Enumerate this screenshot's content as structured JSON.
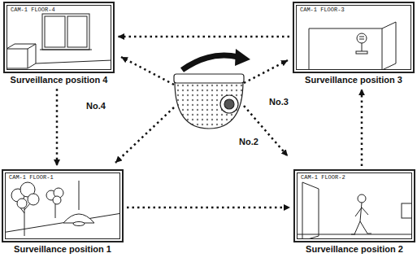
{
  "diagram": {
    "nodes": [
      {
        "text": [
          "CAM-1 FLOOR-4",
          "Surveillance position 4"
        ]
      },
      {
        "text": [
          "CAM-1 FLOOR-3",
          "Surveillance position 3"
        ]
      },
      {
        "text": [
          "CAM-1 FLOOR-1",
          "Surveillance position 1"
        ]
      },
      {
        "text": [
          "CAM-1 FLOOR-2",
          "Surveillance position 2"
        ]
      }
    ],
    "edges": [
      {
        "from": 2,
        "to": 3,
        "arrow": "to"
      },
      {
        "from": 3,
        "to": 1,
        "arrow": "to"
      },
      {
        "from": 1,
        "to": 0,
        "arrow": "to"
      },
      {
        "from": 0,
        "to": 2,
        "arrow": "to"
      }
    ],
    "labels": [
      "No.4",
      "No.3",
      "No.2"
    ]
  }
}
